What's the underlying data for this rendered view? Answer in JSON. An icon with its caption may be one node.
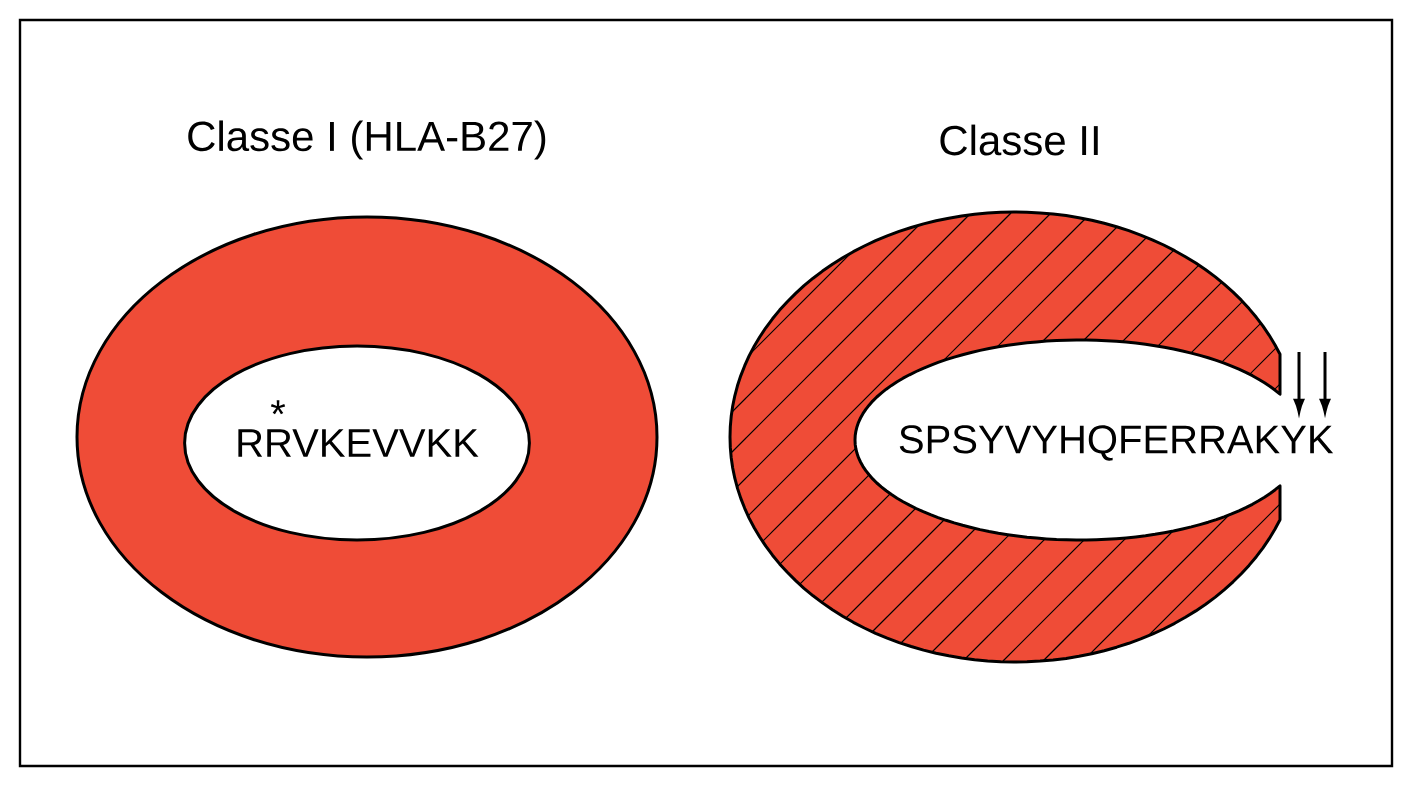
{
  "diagram": {
    "nodes": [
      {
        "text": [
          "Classe I (HLA-B27)"
        ]
      },
      {
        "text": [
          "RRVKEVVKK"
        ],
        "in": 0
      },
      {
        "text": [
          "Classe II"
        ]
      },
      {
        "text": [
          "SPSYVYHQFERRAKYK"
        ]
      }
    ],
    "edges": [
      {
        "from": null,
        "to": 3,
        "arrow": "to"
      },
      {
        "from": null,
        "to": 3,
        "arrow": "to"
      }
    ],
    "labels": [
      "*"
    ]
  }
}
